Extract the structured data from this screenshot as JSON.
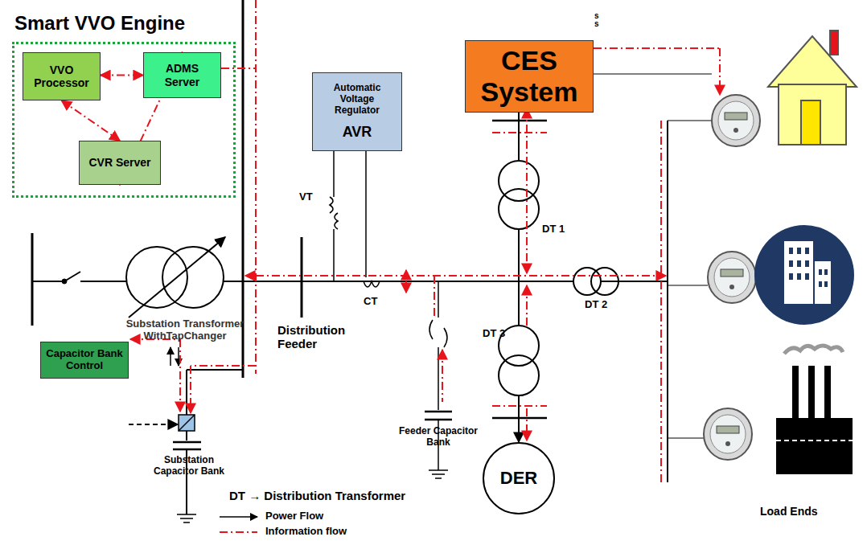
{
  "diagram": {
    "nodes": [
      {
        "text": [
          "Smart VVO Engine"
        ]
      },
      {
        "text": [
          "VVO Processor"
        ],
        "in": 0
      },
      {
        "text": [
          "ADMS Server"
        ],
        "in": 0
      },
      {
        "text": [
          "CVR Server"
        ],
        "in": 0
      },
      {
        "text": [
          "Automatic Voltage Regulator",
          "AVR"
        ]
      },
      {
        "text": [
          "CES System"
        ]
      },
      {
        "text": [
          "Capacitor Bank Control"
        ]
      },
      {
        "text": [
          "DER"
        ]
      }
    ],
    "edges": [
      {
        "from": 1,
        "to": 2,
        "arrow": "both"
      },
      {
        "from": 1,
        "to": 3,
        "arrow": "both"
      },
      {
        "from": 3,
        "to": 2,
        "arrow": "both"
      }
    ],
    "labels": [
      "s",
      "s",
      "VT",
      "CT",
      "DT 1",
      "DT 2",
      "DT 3",
      "Substation Transformer WithTapChanger",
      "Distribution Feeder",
      "Feeder Capacitor Bank",
      "Substation Capacitor Bank",
      "DT → Distribution Transformer",
      "Load Ends"
    ],
    "legend": [
      {
        "text": "Power Flow"
      },
      {
        "text": "Information flow"
      }
    ]
  }
}
